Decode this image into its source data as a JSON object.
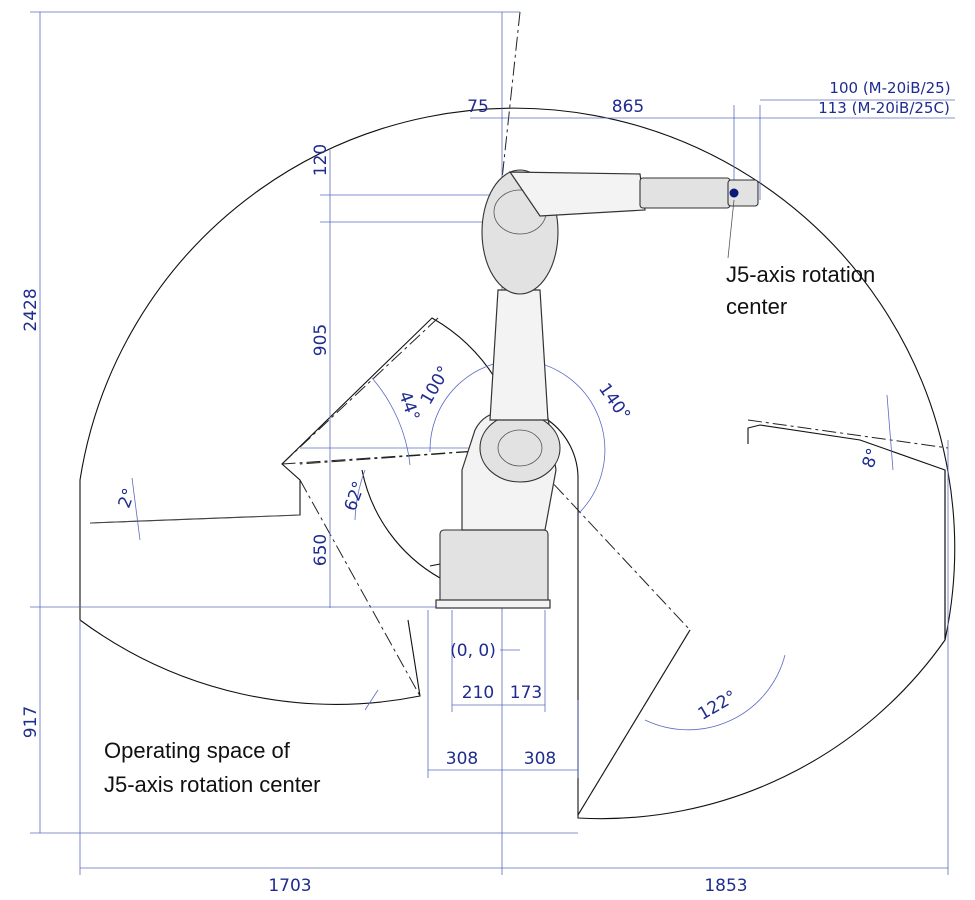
{
  "dimensions": {
    "height_total": "2428",
    "below_base": "917",
    "left_reach": "1703",
    "right_reach": "1853",
    "top_offset": "75",
    "arm_length": "865",
    "wrist_height": "120",
    "upper_arm": "905",
    "base_height": "650",
    "base_left": "210",
    "base_right": "173",
    "clear_left": "308",
    "clear_right": "308",
    "flange_a": "100 (M-20iB/25)",
    "flange_b": "113 (M-20iB/25C)",
    "origin": "(0, 0)"
  },
  "angles": {
    "a100": "100°",
    "a140": "140°",
    "a44": "44°",
    "a62": "62°",
    "a2": "2°",
    "a8": "8°",
    "a122": "122°"
  },
  "labels": {
    "j5_line1": "J5-axis rotation",
    "j5_line2": "center",
    "op_line1": "Operating space of",
    "op_line2": "J5-axis rotation center"
  },
  "colors": {
    "dimension": "#1f2c8f",
    "outline": "#111111",
    "marker": "#0a1a7a"
  }
}
